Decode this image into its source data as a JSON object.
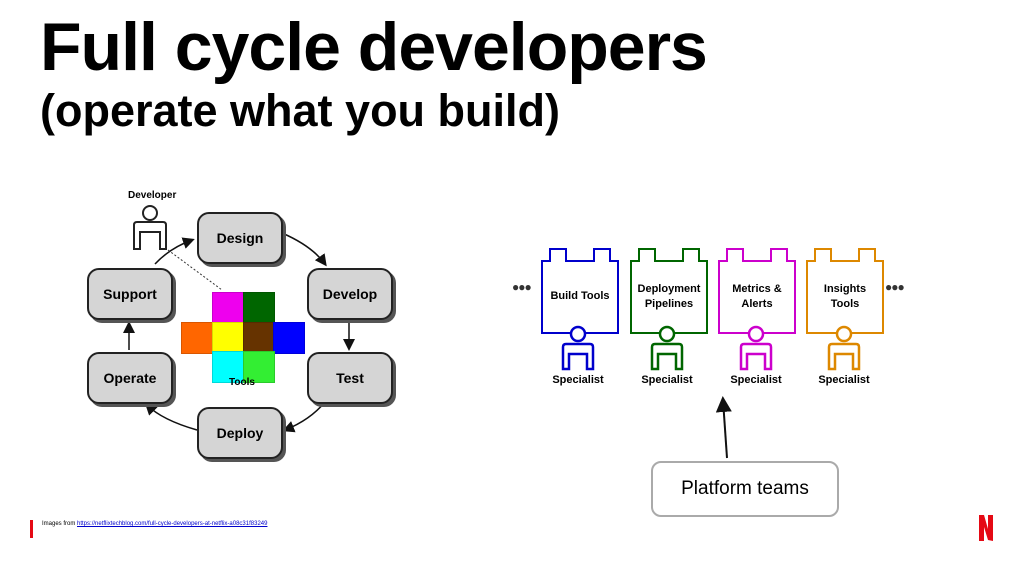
{
  "slide": {
    "title": "Full cycle developers",
    "subtitle": "(operate what you build)"
  },
  "lifecycle": {
    "developer_label": "Developer",
    "tools_label": "Tools",
    "stages": {
      "design": "Design",
      "develop": "Develop",
      "test": "Test",
      "deploy": "Deploy",
      "operate": "Operate",
      "support": "Support"
    }
  },
  "platform": {
    "teams": [
      {
        "name": "Build Tools",
        "color": "#0000cc",
        "specialist": "Specialist"
      },
      {
        "name": "Deployment Pipelines",
        "color": "#006600",
        "specialist": "Specialist"
      },
      {
        "name": "Metrics & Alerts",
        "color": "#cc00cc",
        "specialist": "Specialist"
      },
      {
        "name": "Insights Tools",
        "color": "#dd8800",
        "specialist": "Specialist"
      }
    ],
    "ellipsis": "●●●",
    "callout": "Platform teams"
  },
  "footer": {
    "prefix": "Images from ",
    "link": "https://netflixtechblog.com/full-cycle-developers-at-netflix-a08c31f83249"
  },
  "colors": {
    "netflix_red": "#e50914",
    "brick_colors": [
      "#ee00ee",
      "#006600",
      "#ff6600",
      "#ffff00",
      "#663300",
      "#0000ff",
      "#00ffff",
      "#33ee33"
    ]
  }
}
